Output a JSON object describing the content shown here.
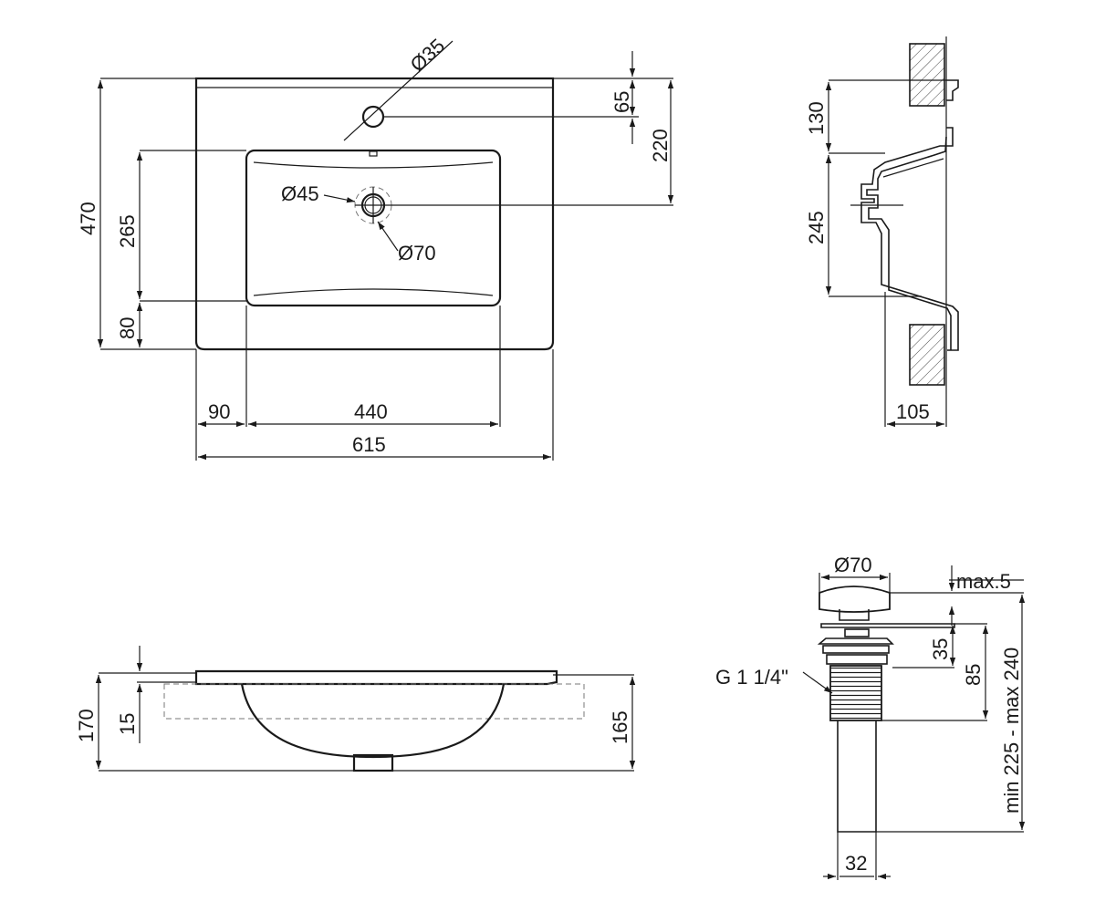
{
  "top_view": {
    "tap_hole": "Ø35",
    "drain_inner": "Ø45",
    "drain_outer": "Ø70",
    "dim_65": "65",
    "dim_220": "220",
    "dim_470": "470",
    "dim_265": "265",
    "dim_80": "80",
    "dim_90": "90",
    "dim_440": "440",
    "dim_615": "615"
  },
  "side_section": {
    "dim_130": "130",
    "dim_245": "245",
    "dim_105": "105"
  },
  "front_view": {
    "dim_170": "170",
    "dim_15": "15",
    "dim_165": "165"
  },
  "drain_detail": {
    "cap_diameter": "Ø70",
    "max_label": "max.5",
    "thread": "G 1 1/4\"",
    "dim_35": "35",
    "dim_85": "85",
    "range_label": "min 225 - max 240",
    "dim_32": "32"
  }
}
